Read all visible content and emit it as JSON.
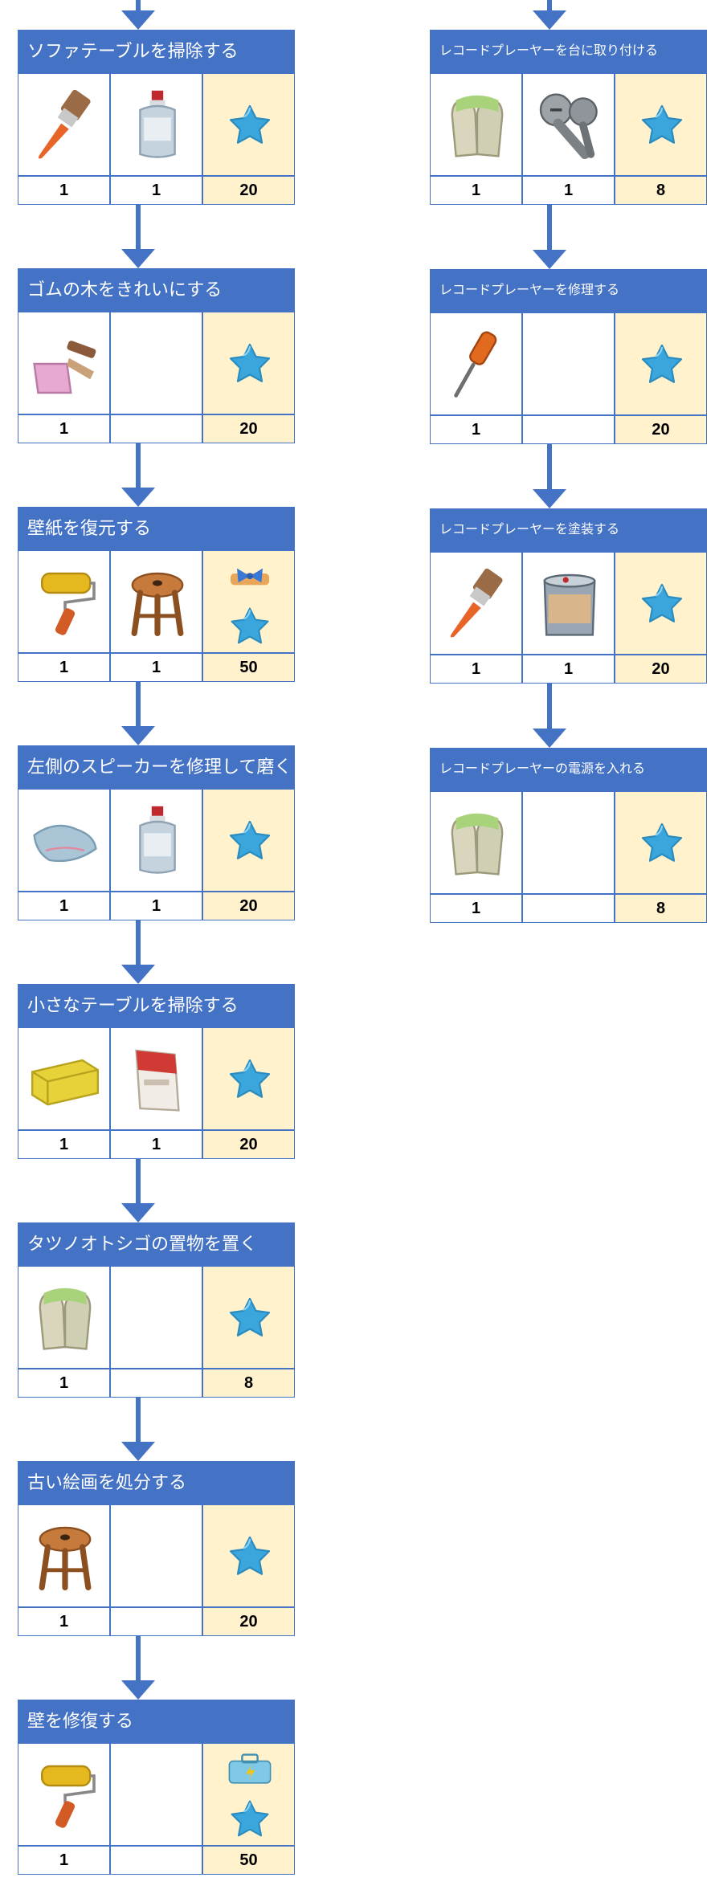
{
  "colors": {
    "header": "#4472c4",
    "reward_bg": "#fff2cc",
    "arrow": "#4472c4"
  },
  "left_column": [
    {
      "title": "ソファテーブルを掃除する",
      "items": [
        {
          "icon": "paintbrush-icon",
          "qty": "1"
        },
        {
          "icon": "bottle-icon",
          "qty": "1"
        }
      ],
      "rewards": [
        "star-icon"
      ],
      "reward_qty": "20"
    },
    {
      "title": "ゴムの木をきれいにする",
      "items": [
        {
          "icon": "dustpan-icon",
          "qty": "1"
        },
        {
          "icon": "",
          "qty": ""
        }
      ],
      "rewards": [
        "star-icon"
      ],
      "reward_qty": "20"
    },
    {
      "title": "壁紙を復元する",
      "items": [
        {
          "icon": "paint-roller-icon",
          "qty": "1"
        },
        {
          "icon": "stool-icon",
          "qty": "1"
        }
      ],
      "rewards": [
        "bow-icon",
        "star-icon"
      ],
      "reward_qty": "50"
    },
    {
      "title": "左側のスピーカーを修理して磨く",
      "items": [
        {
          "icon": "cloth-icon",
          "qty": "1"
        },
        {
          "icon": "bottle-icon",
          "qty": "1"
        }
      ],
      "rewards": [
        "star-icon"
      ],
      "reward_qty": "20"
    },
    {
      "title": "小さなテーブルを掃除する",
      "items": [
        {
          "icon": "sponge-icon",
          "qty": "1"
        },
        {
          "icon": "detergent-box-icon",
          "qty": "1"
        }
      ],
      "rewards": [
        "star-icon"
      ],
      "reward_qty": "20"
    },
    {
      "title": "タツノオトシゴの置物を置く",
      "items": [
        {
          "icon": "gloves-icon",
          "qty": "1"
        },
        {
          "icon": "",
          "qty": ""
        }
      ],
      "rewards": [
        "star-icon"
      ],
      "reward_qty": "8"
    },
    {
      "title": "古い絵画を処分する",
      "items": [
        {
          "icon": "stool-icon",
          "qty": "1"
        },
        {
          "icon": "",
          "qty": ""
        }
      ],
      "rewards": [
        "star-icon"
      ],
      "reward_qty": "20"
    },
    {
      "title": "壁を修復する",
      "items": [
        {
          "icon": "paint-roller-icon",
          "qty": "1"
        },
        {
          "icon": "",
          "qty": ""
        }
      ],
      "rewards": [
        "toolbox-icon",
        "star-icon"
      ],
      "reward_qty": "50"
    }
  ],
  "right_column": [
    {
      "title": "レコードプレーヤーを台に取り付ける",
      "items": [
        {
          "icon": "gloves-icon",
          "qty": "1"
        },
        {
          "icon": "screws-icon",
          "qty": "1"
        }
      ],
      "rewards": [
        "star-icon"
      ],
      "reward_qty": "8"
    },
    {
      "title": "レコードプレーヤーを修理する",
      "items": [
        {
          "icon": "screwdriver-icon",
          "qty": "1"
        },
        {
          "icon": "",
          "qty": ""
        }
      ],
      "rewards": [
        "star-icon"
      ],
      "reward_qty": "20"
    },
    {
      "title": "レコードプレーヤーを塗装する",
      "items": [
        {
          "icon": "paintbrush-icon",
          "qty": "1"
        },
        {
          "icon": "paint-can-icon",
          "qty": "1"
        }
      ],
      "rewards": [
        "star-icon"
      ],
      "reward_qty": "20"
    },
    {
      "title": "レコードプレーヤーの電源を入れる",
      "items": [
        {
          "icon": "gloves-icon",
          "qty": "1"
        },
        {
          "icon": "",
          "qty": ""
        }
      ],
      "rewards": [
        "star-icon"
      ],
      "reward_qty": "8"
    }
  ]
}
